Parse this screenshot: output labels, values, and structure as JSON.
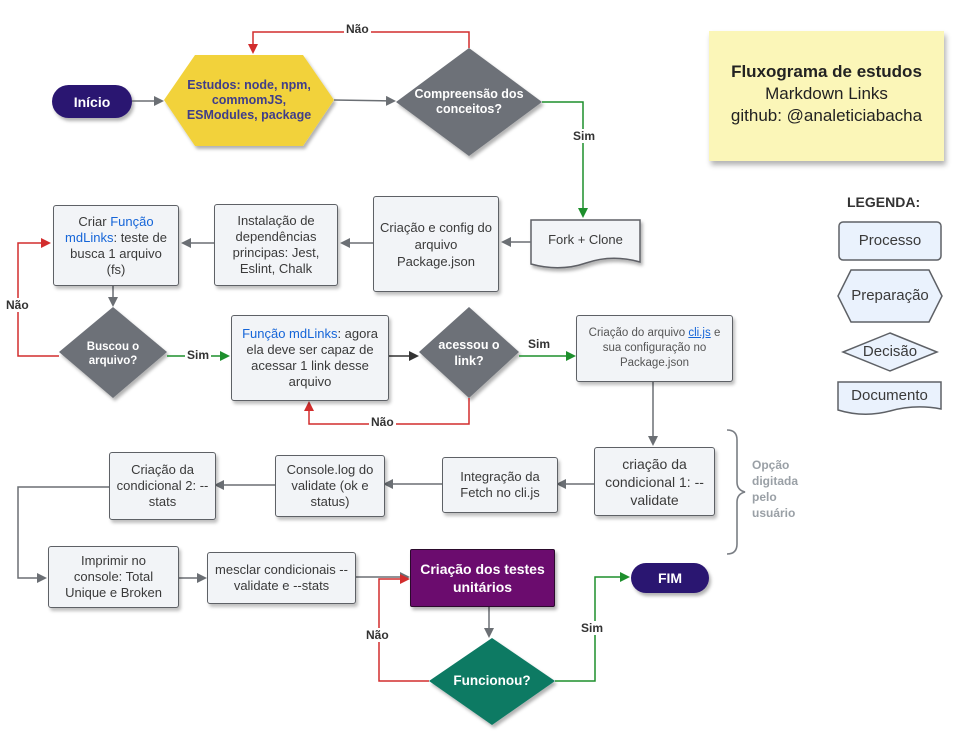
{
  "title_note": {
    "line1": "Fluxograma de estudos",
    "line2": "Markdown Links",
    "line3": "github: @analeticiabacha"
  },
  "legend": {
    "title": "LEGENDA:",
    "processo": "Processo",
    "preparacao": "Preparação",
    "decisao": "Decisão",
    "documento": "Documento"
  },
  "nodes": {
    "inicio": "Início",
    "estudos": "Estudos: node, npm, commomJS, ESModules, package",
    "compreensao": "Compreensão dos conceitos?",
    "fork": "Fork + Clone",
    "criacao_config": "Criação e config do arquivo Package.json",
    "instalacao": "Instalação de dependências principas: Jest, Eslint, Chalk",
    "criar_funcao_prefix": "Criar",
    "criar_funcao_blue": "Função mdLinks",
    "criar_funcao_suffix": ": teste de busca 1 arquivo (fs)",
    "buscou": "Buscou o arquivo?",
    "funcao_blue": "Função mdLinks",
    "funcao_suffix": ": agora ela deve ser capaz de acessar 1 link desse arquivo",
    "acessou": "acessou o link?",
    "criacao_cli_prefix": "Criação do arquivo",
    "criacao_cli_link": "cli.js",
    "criacao_cli_suffix": "e sua configuração no Package.json",
    "cond1": "criação da condicional 1: --validate",
    "integracao": "Integração da Fetch no cli.js",
    "console_log": "Console.log do validate (ok e status)",
    "cond2": "Criação da condicional 2: --stats",
    "imprimir": "Imprimir no console: Total Unique e Broken",
    "mesclar": "mesclar condicionais --validate e --stats",
    "testes": "Criação dos testes unitários",
    "funcionou": "Funcionou?",
    "fim": "FIM"
  },
  "edge_labels": {
    "nao_top": "Não",
    "sim_compreensao": "Sim",
    "nao_buscou": "Não",
    "sim_buscou": "Sim",
    "sim_acessou": "Sim",
    "nao_acessou": "Não",
    "nao_funcionou": "Não",
    "sim_funcionou": "Sim"
  },
  "side_note": "Opção digitada pelo usuário",
  "colors": {
    "terminator": "#2b1571",
    "decision": "#6d7178",
    "preparation": "#f2d23b",
    "testes": "#6b0c6e",
    "funcionou": "#0b7a64",
    "arrow_red": "#d22d2d",
    "arrow_green": "#1d8f2c",
    "arrow_gray": "#6b6f74",
    "sticky": "#fbf6b8"
  }
}
